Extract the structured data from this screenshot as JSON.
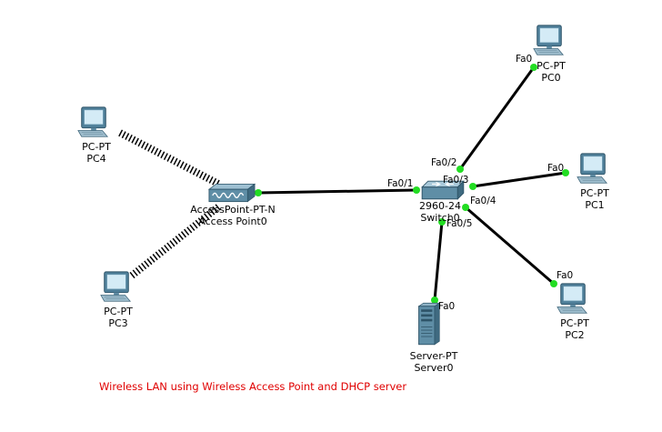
{
  "devices": {
    "pc0": {
      "type": "PC-PT",
      "name": "PC0"
    },
    "pc1": {
      "type": "PC-PT",
      "name": "PC1"
    },
    "pc2": {
      "type": "PC-PT",
      "name": "PC2"
    },
    "pc3": {
      "type": "PC-PT",
      "name": "PC3"
    },
    "pc4": {
      "type": "PC-PT",
      "name": "PC4"
    },
    "server0": {
      "type": "Server-PT",
      "name": "Server0"
    },
    "switch0": {
      "type": "2960-24",
      "name": "Switch0"
    },
    "ap0": {
      "type": "AccessPoint-PT-N",
      "name": "Access Point0"
    }
  },
  "ports": {
    "switch_fa0_1": "Fa0/1",
    "switch_fa0_2": "Fa0/2",
    "switch_fa0_3": "Fa0/3",
    "switch_fa0_4": "Fa0/4",
    "switch_fa0_5": "Fa0/5",
    "pc0_fa0": "Fa0",
    "pc1_fa0": "Fa0",
    "pc2_fa0": "Fa0",
    "server0_fa0": "Fa0"
  },
  "links": [
    {
      "from": "switch0",
      "to": "ap0",
      "medium": "wired"
    },
    {
      "from": "switch0",
      "to": "pc0",
      "medium": "wired"
    },
    {
      "from": "switch0",
      "to": "pc1",
      "medium": "wired"
    },
    {
      "from": "switch0",
      "to": "pc2",
      "medium": "wired"
    },
    {
      "from": "switch0",
      "to": "server0",
      "medium": "wired"
    },
    {
      "from": "ap0",
      "to": "pc4",
      "medium": "wireless"
    },
    {
      "from": "ap0",
      "to": "pc3",
      "medium": "wireless"
    }
  ],
  "caption": "Wireless LAN using Wireless Access Point and DHCP server",
  "colors": {
    "link": "#000000",
    "link_up": "#22dd22",
    "caption": "#e00000",
    "device_body": "#5e8ea8",
    "device_screen": "#cfe6f2"
  }
}
